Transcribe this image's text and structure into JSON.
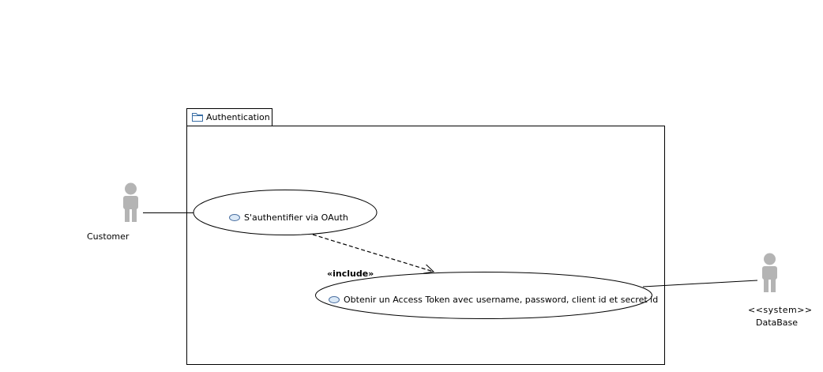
{
  "package": {
    "name": "Authentication",
    "icon": "folder-icon"
  },
  "use_cases": {
    "authenticate": {
      "label": "S'authentifier via OAuth",
      "icon": "use-case-icon"
    },
    "access_token": {
      "label": "Obtenir un Access Token avec username, password, client id et secret id",
      "icon": "use-case-icon"
    }
  },
  "actors": {
    "customer": {
      "name": "Customer"
    },
    "database": {
      "stereotype": "<<system>>",
      "name": "DataBase"
    }
  },
  "relations": {
    "include_label": "«include»"
  },
  "colors": {
    "actor": "#b4b4b4",
    "use_case_icon_fill": "#dbe9f7",
    "use_case_icon_stroke": "#4a6fa0",
    "folder_icon": "#3a6ea5",
    "line": "#000000"
  }
}
